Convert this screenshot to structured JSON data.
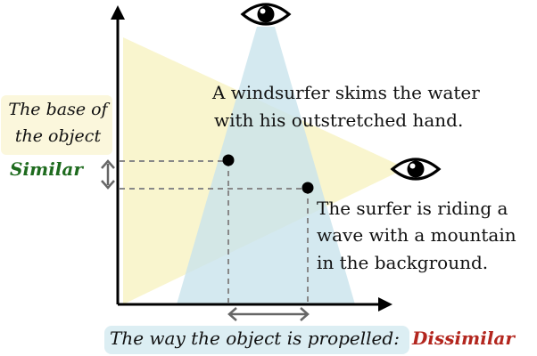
{
  "captions": {
    "caption1_line1": "A windsurfer skims the water",
    "caption1_line2": "with his outstretched hand.",
    "caption2_line1": "The surfer is riding a",
    "caption2_line2": "wave with a mountain",
    "caption2_line3": "in the background."
  },
  "y_axis": {
    "label_line1": "The base of",
    "label_line2": "the object",
    "verdict": "Similar"
  },
  "x_axis": {
    "label": "The way the object is propelled:",
    "verdict": "Dissimilar"
  },
  "colors": {
    "similar": "#1e6b1e",
    "dissimilar": "#b3261e",
    "blue_cone": "#c9e3ec",
    "yellow_cone": "#f8f3c6"
  },
  "icons": [
    "eye-icon",
    "eye-icon"
  ]
}
